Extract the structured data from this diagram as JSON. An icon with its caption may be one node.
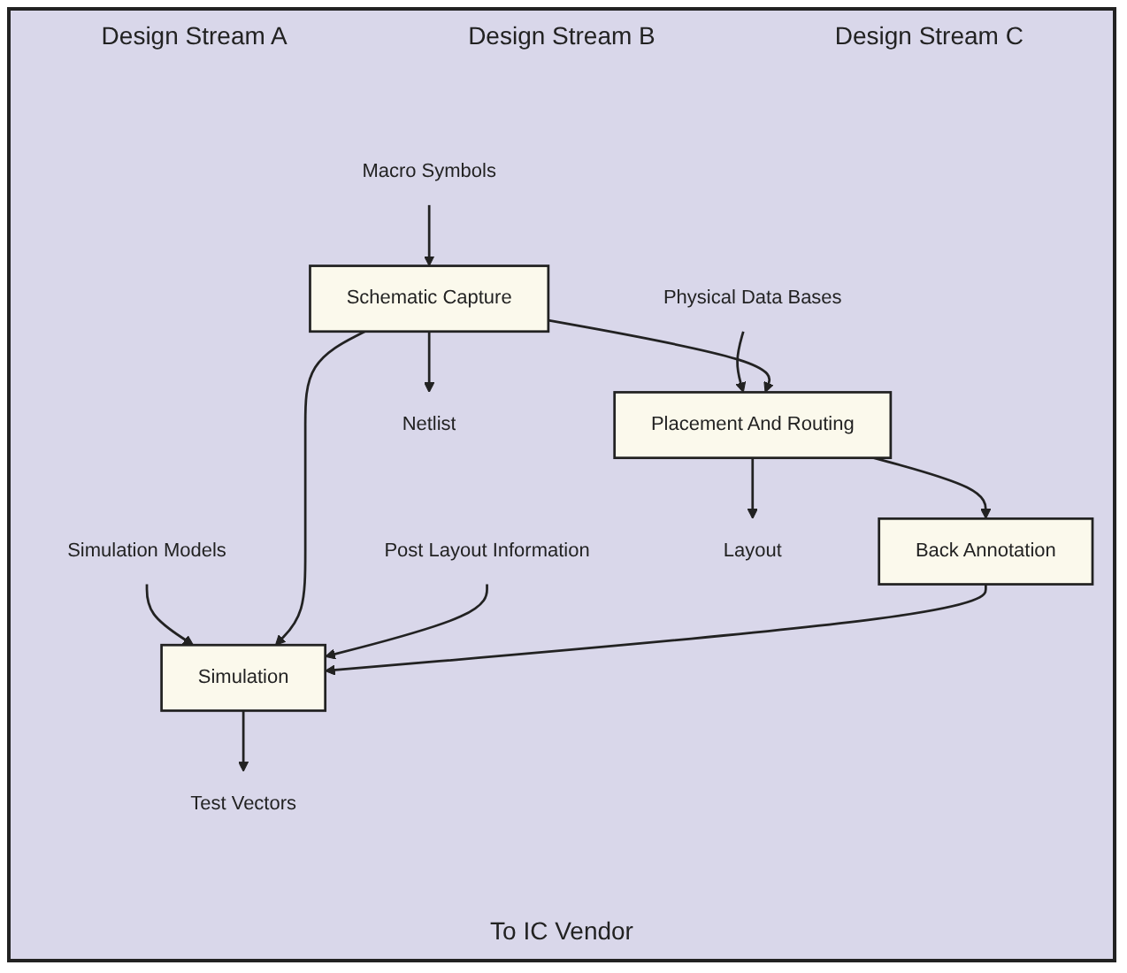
{
  "diagram": {
    "nodes": [
      {
        "text": [
          "Macro Symbols"
        ]
      },
      {
        "text": [
          "Schematic Capture"
        ]
      },
      {
        "text": [
          "Simulation Models"
        ]
      },
      {
        "text": [
          "Post Layout Information"
        ]
      },
      {
        "text": [
          "Simulation"
        ]
      },
      {
        "text": [
          "Physical Data Bases"
        ]
      },
      {
        "text": [
          "Placement And Routing"
        ]
      },
      {
        "text": [
          "Back Annotation"
        ]
      },
      {
        "text": [
          "Netlist"
        ]
      },
      {
        "text": [
          "Test Vectors"
        ]
      },
      {
        "text": [
          "Layout"
        ]
      }
    ],
    "edges": [
      {
        "from": 0,
        "to": 1,
        "arrow": "to"
      },
      {
        "from": 2,
        "to": 4,
        "arrow": "to"
      },
      {
        "from": 1,
        "to": 4,
        "arrow": "to"
      },
      {
        "from": 3,
        "to": 4,
        "arrow": "to"
      },
      {
        "from": 5,
        "to": 6,
        "arrow": "to"
      },
      {
        "from": 1,
        "to": 6,
        "arrow": "to"
      },
      {
        "from": 1,
        "to": 8,
        "arrow": "to"
      },
      {
        "from": 4,
        "to": 9,
        "arrow": "to"
      },
      {
        "from": 6,
        "to": 7,
        "arrow": "to"
      },
      {
        "from": 7,
        "to": 4,
        "arrow": "to"
      },
      {
        "from": 6,
        "to": 10,
        "arrow": "to"
      }
    ],
    "labels": [
      "Design Stream A",
      "Design Stream B",
      "Design Stream C",
      "To IC Vendor"
    ]
  }
}
